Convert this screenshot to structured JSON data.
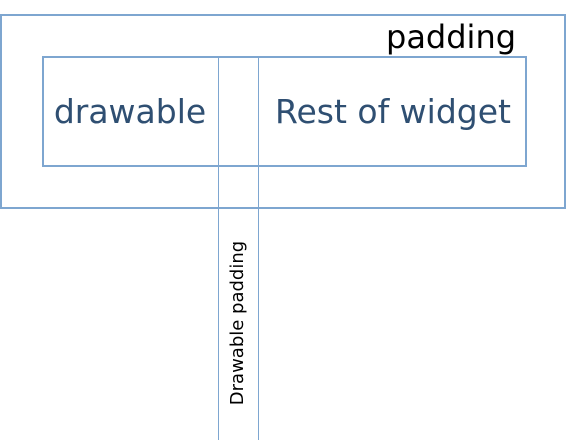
{
  "labels": {
    "padding": "padding",
    "drawable": "drawable",
    "rest_of_widget": "Rest of widget",
    "drawable_padding": "Drawable padding"
  },
  "colors": {
    "box_stroke": "#7ea6d0",
    "inner_text": "#2f4f72",
    "outer_text": "#000000",
    "background": "#ffffff"
  }
}
